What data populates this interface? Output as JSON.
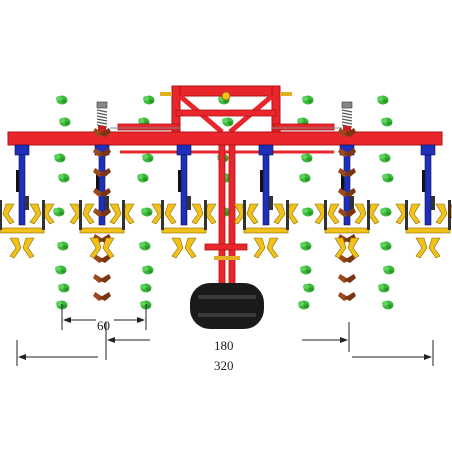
{
  "diagram": {
    "dimensions": {
      "spacing_label": "60",
      "inner_span_label": "180",
      "outer_span_label": "320"
    },
    "colors": {
      "frame": "#e8262c",
      "frame_dark": "#b01218",
      "shank_blue": "#1f2fb8",
      "tine_yellow": "#f2c21a",
      "plant_green": "#3cb83c",
      "soil_brown": "#9b4a1e",
      "wheel": "#1a1a1a"
    },
    "icons": [
      "crop-plant-icon",
      "tine-icon",
      "spring-icon",
      "wheel-icon"
    ]
  }
}
